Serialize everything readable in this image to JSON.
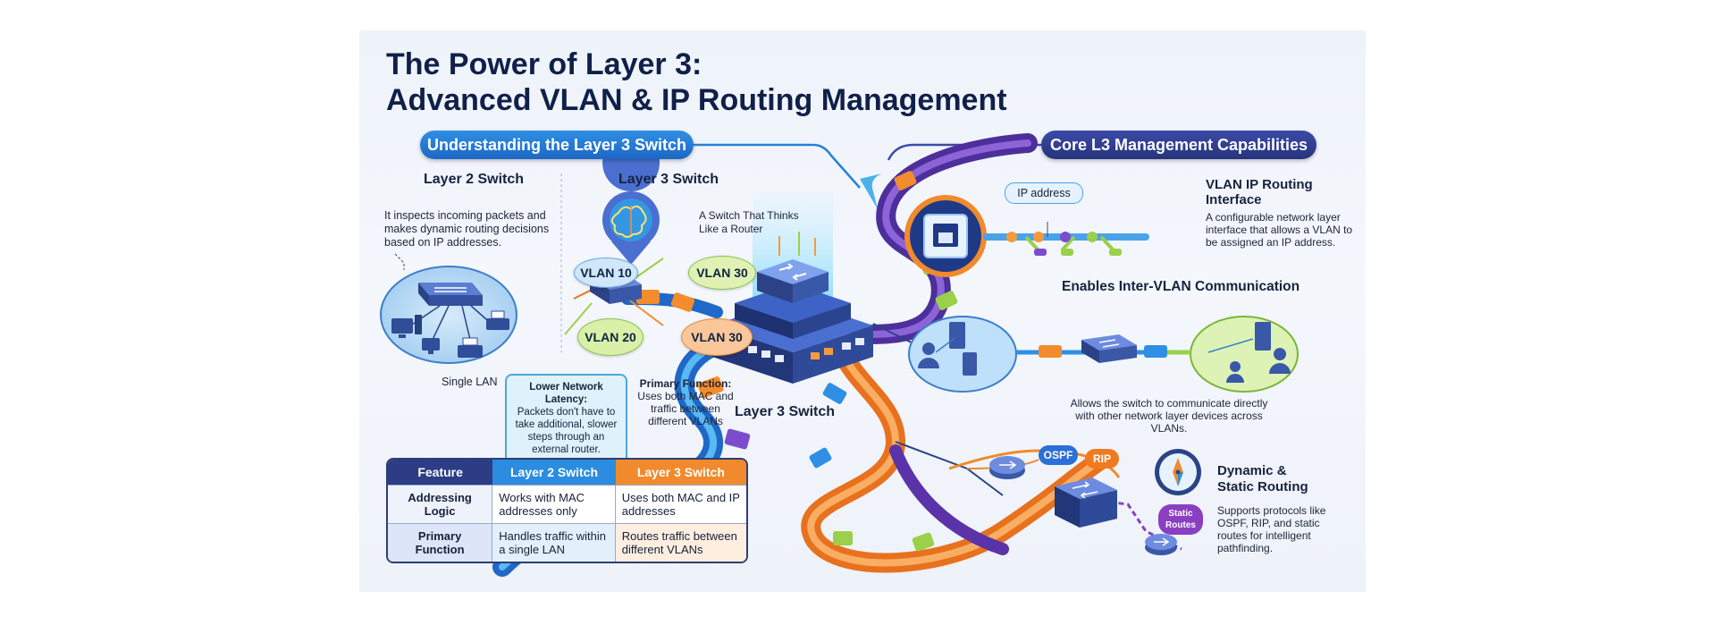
{
  "title": {
    "line1": "The Power of Layer 3:",
    "line2": "Advanced VLAN & IP Routing Management"
  },
  "left_section": {
    "header": "Understanding the Layer 3 Switch",
    "layer2": {
      "heading": "Layer 2 Switch",
      "description": "It inspects incoming packets and makes dynamic routing decisions based on IP addresses.",
      "lan_label": "Single LAN"
    },
    "layer3": {
      "heading": "Layer 3 Switch",
      "brain_caption": "A Switch That Thinks Like a Router",
      "vlans": [
        "VLAN 10",
        "VLAN 30",
        "VLAN 20",
        "VLAN 30"
      ],
      "primary_function_title": "Primary Function:",
      "primary_function_text": "Uses both MAC and traffic between different VLANs"
    },
    "latency": {
      "title": "Lower Network Latency:",
      "text": "Packets don't have to take additional, slower steps through an external router."
    }
  },
  "center": {
    "switch_label": "Layer 3 Switch"
  },
  "comparison_table": {
    "headers": [
      "Feature",
      "Layer 2 Switch",
      "Layer 3 Switch"
    ],
    "rows": [
      [
        "Addressing Logic",
        "Works with MAC addresses only",
        "Uses both MAC and IP addresses"
      ],
      [
        "Primary Function",
        "Handles traffic within a single LAN",
        "Routes traffic between different VLANs"
      ]
    ]
  },
  "right_section": {
    "header": "Core L3 Management Capabilities",
    "vlan_ip": {
      "tag": "IP address",
      "title": "VLAN IP Routing Interface",
      "description": "A configurable network layer interface that allows a VLAN to be assigned an IP address."
    },
    "inter_vlan": {
      "title": "Enables Inter-VLAN Communication",
      "description": "Allows the switch to communicate directly with other network layer devices across VLANs."
    },
    "routing": {
      "title": "Dynamic & Static Routing",
      "protocols": [
        "OSPF",
        "RIP",
        "Static Routes"
      ],
      "description": "Supports protocols like OSPF, RIP, and static routes for intelligent pathfinding."
    }
  },
  "colors": {
    "title": "#10204a",
    "blue_pill": "#1d67c4",
    "navy_pill": "#27347c",
    "vlan10": "#cfe6fb",
    "vlan30_green": "#dff2b4",
    "vlan20": "#d9f0a8",
    "vlan30_orange": "#f9c79a",
    "ospf": "#2c6fd6",
    "rip": "#f07a22",
    "static": "#8a3fc2"
  }
}
